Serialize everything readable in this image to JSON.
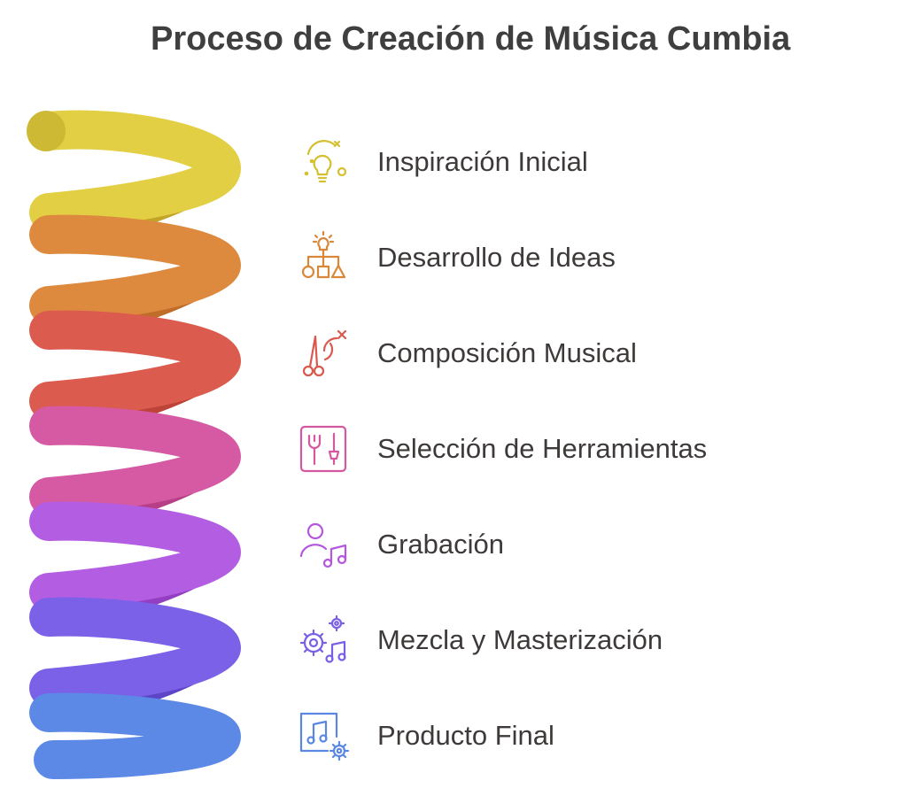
{
  "title": "Proceso de Creación de Música Cumbia",
  "steps": [
    {
      "label": "Inspiración Inicial",
      "icon": "lightbulb-icon",
      "color": "#d4c030"
    },
    {
      "label": "Desarrollo de Ideas",
      "icon": "idea-hierarchy-icon",
      "color": "#d9883a"
    },
    {
      "label": "Composición Musical",
      "icon": "scissors-icon",
      "color": "#d85a4e"
    },
    {
      "label": "Selección de Herramientas",
      "icon": "tools-panel-icon",
      "color": "#d457a0"
    },
    {
      "label": "Grabación",
      "icon": "person-music-icon",
      "color": "#b456e0"
    },
    {
      "label": "Mezcla y Masterización",
      "icon": "gears-music-icon",
      "color": "#7a5ee6"
    },
    {
      "label": "Producto Final",
      "icon": "music-file-icon",
      "color": "#5b87e3"
    }
  ]
}
